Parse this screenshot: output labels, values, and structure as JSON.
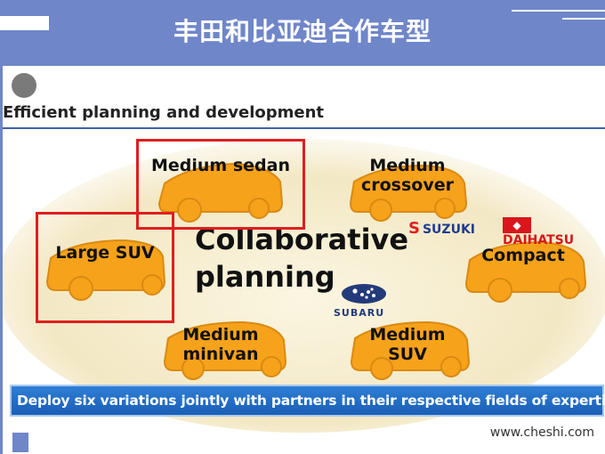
{
  "header": {
    "title": "丰田和比亚迪合作车型"
  },
  "slide": {
    "subtitle": "Efficient planning and development",
    "center_text_line1": "Collaborative",
    "center_text_line2": "planning",
    "cars": [
      {
        "line1": "Medium sedan",
        "line2": ""
      },
      {
        "line1": "Medium",
        "line2": "crossover"
      },
      {
        "line1": "Large SUV",
        "line2": ""
      },
      {
        "line1": "Compact",
        "line2": ""
      },
      {
        "line1": "Medium",
        "line2": "minivan"
      },
      {
        "line1": "Medium",
        "line2": "SUV"
      }
    ],
    "partners": {
      "suzuki": "SUZUKI",
      "daihatsu": "DAIHATSU",
      "subaru": "SUBARU"
    },
    "banner": "Deploy six variations jointly with partners in their respective fields of expertise",
    "watermark": "www.cheshi.com"
  },
  "colors": {
    "header_bg": "#6f86c9",
    "car_orange": "#f7a21b",
    "highlight_red": "#e01e1e",
    "banner_blue": "#1f6bc6"
  },
  "icons": {
    "bullet": "gray-circle",
    "car": "orange-car-silhouette"
  }
}
